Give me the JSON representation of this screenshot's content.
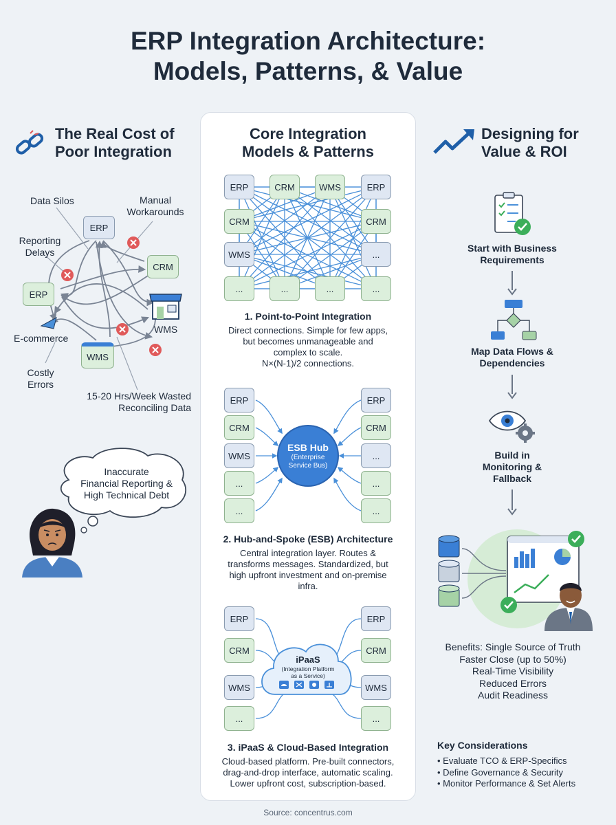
{
  "title_line1": "ERP Integration Architecture:",
  "title_line2": "Models, Patterns, & Value",
  "left": {
    "heading_line1": "The Real Cost of",
    "heading_line2": "Poor Integration",
    "labels": {
      "data_silos": "Data Silos",
      "manual_1": "Manual",
      "manual_2": "Workarounds",
      "reporting_1": "Reporting",
      "reporting_2": "Delays",
      "ecommerce": "E-commerce",
      "costly_1": "Costly",
      "costly_2": "Errors",
      "wasted_1": "15-20 Hrs/Week Wasted",
      "wasted_2": "Reconciling Data",
      "erp": "ERP",
      "crm": "CRM",
      "wms": "WMS"
    },
    "thought_1": "Inaccurate",
    "thought_2": "Financial Reporting &",
    "thought_3": "High Technical Debt"
  },
  "center": {
    "heading_line1": "Core Integration",
    "heading_line2": "Models & Patterns",
    "p2p": {
      "top_row": [
        "ERP",
        "CRM",
        "WMS",
        "ERP"
      ],
      "left_col": [
        "CRM",
        "WMS",
        "..."
      ],
      "right_col": [
        "CRM",
        "...",
        "..."
      ],
      "bottom_mid": [
        "...",
        "..."
      ],
      "title": "1. Point-to-Point Integration",
      "desc_1": "Direct connections. Simple for few apps,",
      "desc_2": "but becomes unmanageable and",
      "desc_3": "complex to scale.",
      "desc_4": "N×(N-1)/2 connections."
    },
    "esb": {
      "left": [
        "ERP",
        "CRM",
        "WMS",
        "...",
        "..."
      ],
      "right": [
        "ERP",
        "CRM",
        "...",
        "...",
        "..."
      ],
      "hub_1": "ESB Hub",
      "hub_2": "(Enterprise",
      "hub_3": "Service Bus)",
      "title": "2. Hub-and-Spoke (ESB) Architecture",
      "desc_1": "Central integration layer. Routes &",
      "desc_2": "transforms messages. Standardized, but",
      "desc_3": "high upfront investment and on-premise",
      "desc_4": "infra."
    },
    "ipaas": {
      "left": [
        "ERP",
        "CRM",
        "WMS",
        "..."
      ],
      "right": [
        "ERP",
        "CRM",
        "WMS",
        "..."
      ],
      "cloud_1": "iPaaS",
      "cloud_2": "(Integration Platform",
      "cloud_3": "as a Service)",
      "title": "3. iPaaS & Cloud-Based Integration",
      "desc_1": "Cloud-based platform. Pre-built connectors,",
      "desc_2": "drag-and-drop interface, automatic scaling.",
      "desc_3": "Lower upfront cost, subscription-based."
    }
  },
  "right": {
    "heading_line1": "Designing for",
    "heading_line2": "Value & ROI",
    "step1_1": "Start with Business",
    "step1_2": "Requirements",
    "step2_1": "Map Data Flows &",
    "step2_2": "Dependencies",
    "step3_1": "Build in",
    "step3_2": "Monitoring &",
    "step3_3": "Fallback",
    "benefits": [
      "Benefits: Single Source of Truth",
      "Faster Close (up to 50%)",
      "Real-Time Visibility",
      "Reduced Errors",
      "Audit Readiness"
    ],
    "kc_title": "Key Considerations",
    "kc_items": [
      "Evaluate TCO & ERP-Specifics",
      "Define Governance & Security",
      "Monitor Performance & Set Alerts"
    ]
  },
  "source": "Source: concentrus.com",
  "colors": {
    "line_blue": "#4a90d9",
    "hub_blue": "#3a7fd5",
    "red_x": "#e05a5a",
    "green_check": "#3cae5a"
  }
}
